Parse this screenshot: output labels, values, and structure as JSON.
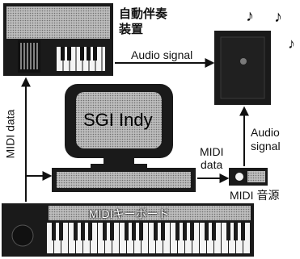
{
  "diagram": {
    "auto_accompaniment_label_line1": "自動伴奏",
    "auto_accompaniment_label_line2": "装置",
    "audio_signal_top_label": "Audio signal",
    "midi_data_left_label": "MIDI data",
    "computer_label": "SGI Indy",
    "midi_data_right_label_line1": "MIDI",
    "midi_data_right_label_line2": "data",
    "audio_signal_right_label_line1": "Audio",
    "audio_signal_right_label_line2": "signal",
    "midi_sound_module_label": "MIDI 音源",
    "midi_keyboard_label": "MIDIキーボード",
    "music_notes": [
      "♪",
      "♪",
      "♪"
    ]
  },
  "colors": {
    "ink": "#111111",
    "screen_gray": "#9a9a9a",
    "panel_dark": "#1a1a1a",
    "key_white": "#f4f4f4"
  }
}
